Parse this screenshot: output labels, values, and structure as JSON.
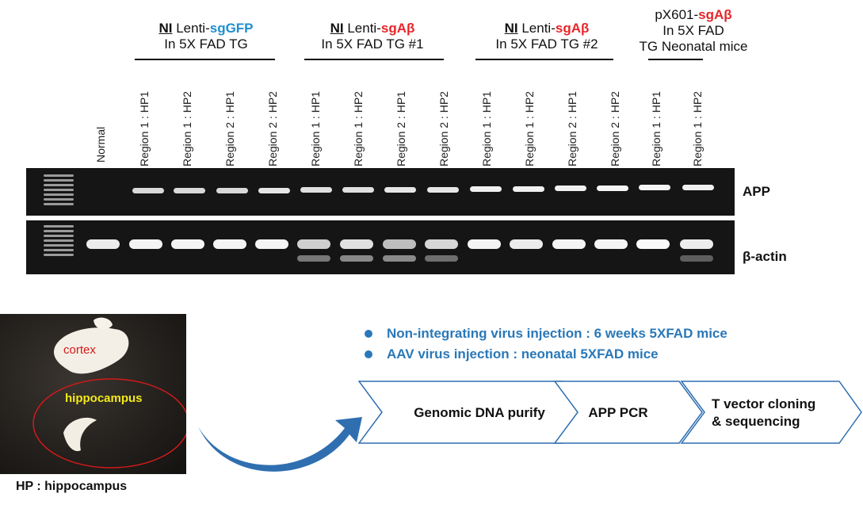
{
  "groups": [
    {
      "ni": "NI",
      "prefix": "Lenti-",
      "target": "sgGFP",
      "target_color": "blue",
      "line2": "In 5X FAD TG"
    },
    {
      "ni": "NI",
      "prefix": "Lenti-",
      "target": "sgAβ",
      "target_color": "red",
      "line2": "In 5X FAD TG #1"
    },
    {
      "ni": "NI",
      "prefix": "Lenti-",
      "target": "sgAβ",
      "target_color": "red",
      "line2": "In 5X FAD TG #2"
    },
    {
      "prefix": "pX601-",
      "target": "sgAβ",
      "target_color": "red",
      "line2": "In 5X FAD",
      "line3": "TG Neonatal mice"
    }
  ],
  "lanes": [
    "Normal",
    "Region 1 : HP1",
    "Region 1 : HP2",
    "Region 2 : HP1",
    "Region 2 : HP2",
    "Region 1 : HP1",
    "Region 1 : HP2",
    "Region 2 : HP1",
    "Region 2 : HP2",
    "Region 1 : HP1",
    "Region 1 : HP2",
    "Region 2 : HP1",
    "Region 2 : HP2",
    "Region 1 : HP1",
    "Region 1 : HP2"
  ],
  "gel_labels": {
    "app": "APP",
    "actin": "β-actin"
  },
  "photo": {
    "cortex": "cortex",
    "hippocampus": "hippocampus",
    "caption": "HP : hippocampus"
  },
  "bullets": [
    "Non-integrating virus injection : 6 weeks 5XFAD mice",
    "AAV virus injection : neonatal 5XFAD mice"
  ],
  "steps": [
    "Genomic DNA purify",
    "APP PCR",
    "T vector cloning\n& sequencing"
  ],
  "colors": {
    "blue": "#1f8fd0",
    "red": "#e8252a",
    "bullet": "#2a78b8",
    "arrow": "#2f6fb0"
  }
}
